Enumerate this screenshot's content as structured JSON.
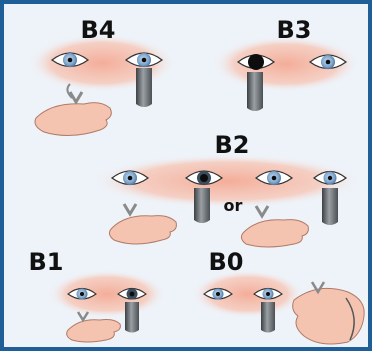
{
  "panels": [
    {
      "id": "b4",
      "label": "B4"
    },
    {
      "id": "b3",
      "label": "B3"
    },
    {
      "id": "b2",
      "label": "B2",
      "separator": "or"
    },
    {
      "id": "b1",
      "label": "B1"
    },
    {
      "id": "b0",
      "label": "B0"
    }
  ],
  "colors": {
    "border": "#1f5e96",
    "background": "#eef3f9",
    "face_glow": "#f6b9a2",
    "iris": "#7ea5cc",
    "pupil": "#0d0d0d",
    "skin": "#f4c4b0",
    "instrument": "#6f7478"
  }
}
